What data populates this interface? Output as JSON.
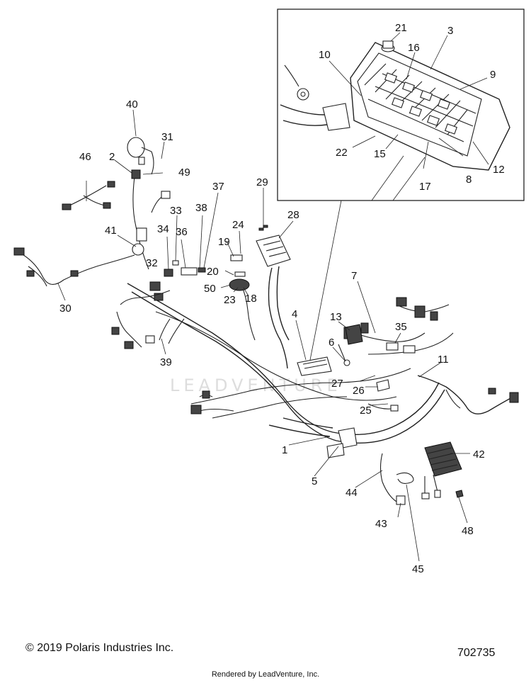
{
  "diagram": {
    "callouts": {
      "c1": "1",
      "c2": "2",
      "c3": "3",
      "c4": "4",
      "c5": "5",
      "c6": "6",
      "c7": "7",
      "c8": "8",
      "c9": "9",
      "c10": "10",
      "c11": "11",
      "c12": "12",
      "c13": "13",
      "c15": "15",
      "c16": "16",
      "c17": "17",
      "c18": "18",
      "c19": "19",
      "c20": "20",
      "c21": "21",
      "c22": "22",
      "c23": "23",
      "c24": "24",
      "c25": "25",
      "c26": "26",
      "c27": "27",
      "c28": "28",
      "c29": "29",
      "c30": "30",
      "c31": "31",
      "c32": "32",
      "c33": "33",
      "c34": "34",
      "c35": "35",
      "c36": "36",
      "c37": "37",
      "c38": "38",
      "c39": "39",
      "c40": "40",
      "c41": "41",
      "c42": "42",
      "c43": "43",
      "c44": "44",
      "c45": "45",
      "c46": "46",
      "c48": "48",
      "c49": "49",
      "c50": "50"
    },
    "watermark": "LEADVENTURE"
  },
  "footer": {
    "copyright": "© 2019 Polaris Industries Inc.",
    "diagram_number": "702735",
    "rendered_by": "Rendered by LeadVenture, Inc."
  }
}
